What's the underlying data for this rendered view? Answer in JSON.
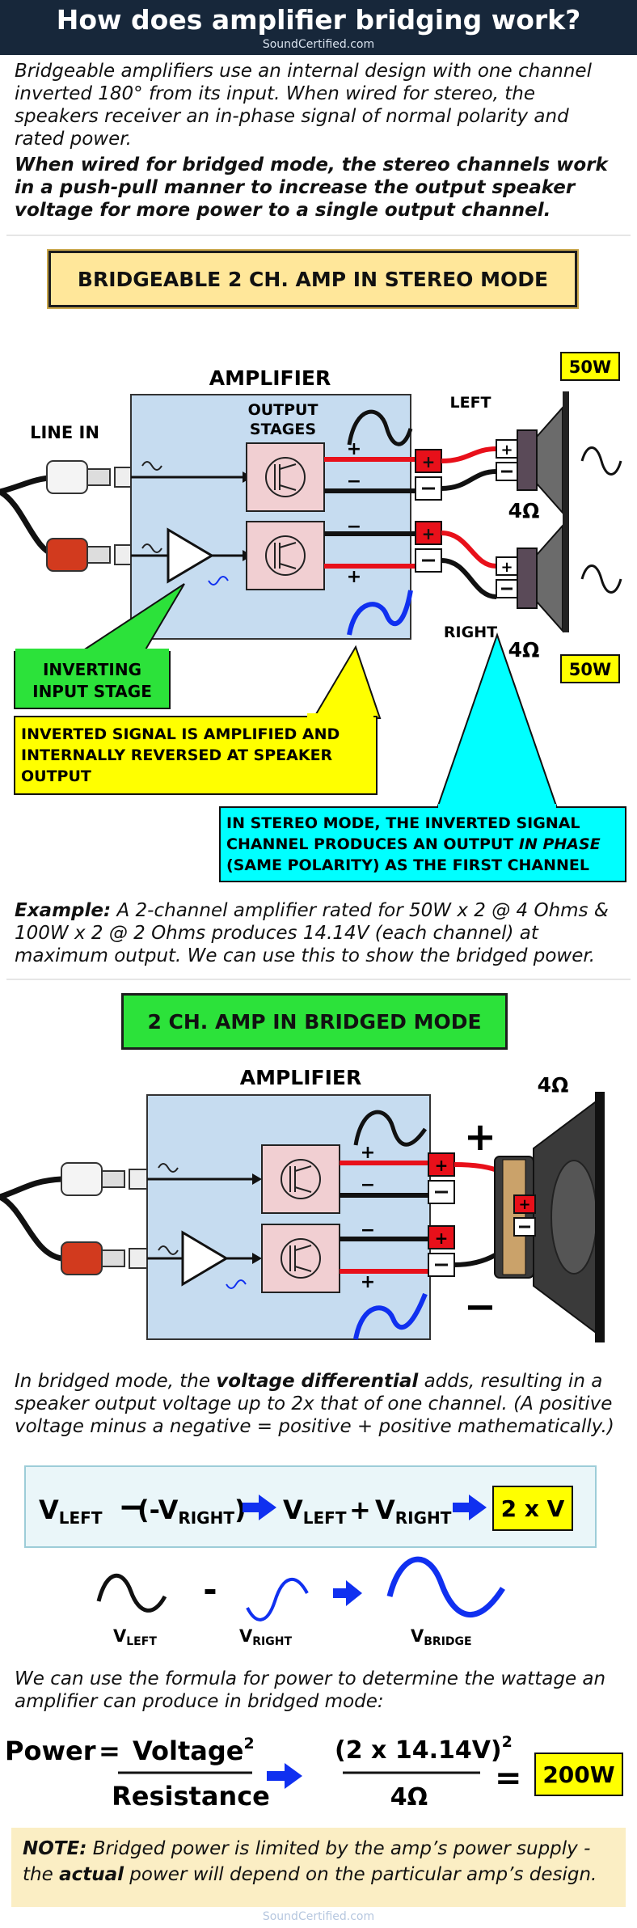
{
  "header": {
    "title": "How does amplifier bridging work?",
    "site": "SoundCertified.com"
  },
  "intro": {
    "p1": "Bridgeable amplifiers use an internal design with one channel inverted 180° from its input. When wired for stereo, the speakers receiver an in-phase signal of normal polarity and rated power.",
    "p2": "When wired for bridged mode, the stereo channels work in a push-pull manner to increase the output speaker voltage for more power to a single output channel."
  },
  "stereo": {
    "banner": "BRIDGEABLE 2 CH. AMP IN STEREO MODE",
    "amplifier": "AMPLIFIER",
    "output_stages": [
      "OUTPUT",
      "STAGES"
    ],
    "line_in": "LINE IN",
    "left": "LEFT",
    "right": "RIGHT",
    "ohm_left": "4Ω",
    "ohm_right": "4Ω",
    "watt_top": "50W",
    "watt_bottom": "50W",
    "plus": "+",
    "minus": "−",
    "callout_green": [
      "INVERTING",
      "INPUT STAGE"
    ],
    "callout_yellow": [
      "INVERTED SIGNAL IS AMPLIFIED AND",
      "INTERNALLY REVERSED AT SPEAKER",
      "OUTPUT"
    ],
    "callout_cyan": [
      "IN STEREO MODE, THE INVERTED SIGNAL",
      "CHANNEL PRODUCES AN OUTPUT",
      "IN PHASE",
      "(SAME POLARITY) AS THE FIRST CHANNEL"
    ]
  },
  "example": {
    "label": "Example:",
    "text": " A 2-channel amplifier rated for 50W x 2 @ 4 Ohms & 100W x 2 @ 2 Ohms produces 14.14V (each channel) at maximum output. We can use this to show the bridged power."
  },
  "bridged": {
    "banner": "2 CH. AMP IN BRIDGED MODE",
    "amplifier": "AMPLIFIER",
    "ohm": "4Ω",
    "big_plus": "+",
    "big_minus": "−",
    "plus": "+",
    "minus": "−"
  },
  "bridged_text": {
    "a": "In bridged mode, the ",
    "b": "voltage differential",
    "c": " adds, resulting in a speaker output voltage up to 2x that of one channel. (A positive voltage minus a negative = positive + positive mathematically.)"
  },
  "equation": {
    "v": "V",
    "left_sub": "LEFT",
    "right_sub": "RIGHT",
    "minus": "−",
    "open": "(-V",
    "close": ")",
    "plus": "+",
    "result": "2 x V"
  },
  "waves": {
    "minus": "-",
    "v": "V",
    "left": "LEFT",
    "right": "RIGHT",
    "bridge": "BRIDGE"
  },
  "formula_text": "We can use the formula for power to determine the wattage an amplifier can produce in bridged mode:",
  "formula": {
    "power": "Power",
    "eq": "=",
    "voltage": "Voltage",
    "sq": "2",
    "resistance": "Resistance",
    "numerator": "(2 x 14.14V)",
    "denominator": "4Ω",
    "eq2": "=",
    "result": "200W"
  },
  "note": {
    "label": "NOTE:",
    "text1": " Bridged power is limited by the amp’s power supply - the ",
    "actual": "actual",
    "text2": " power will depend on the particular amp’s design."
  },
  "footer": "SoundCertified.com",
  "colors": {
    "header_bg": "#17273a",
    "amp_box": "#c6dcf0",
    "stage_box": "#f1cfd2",
    "red_terminal": "#e8101a",
    "yellow": "#ffff00",
    "green": "#2ce23a",
    "cyan": "#00ffff",
    "arrow_blue": "#1030f0"
  }
}
